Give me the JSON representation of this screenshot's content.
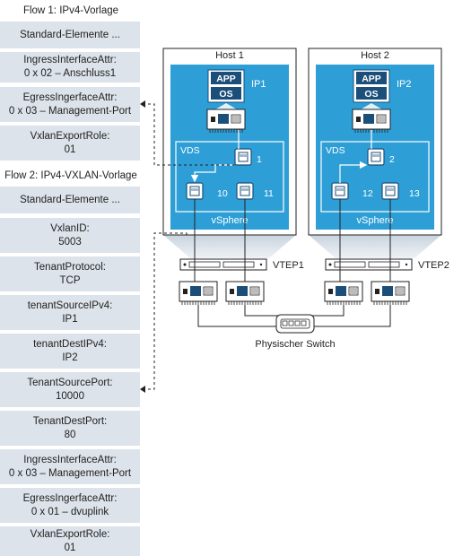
{
  "flow1": {
    "title": "Flow 1: IPv4-Vorlage",
    "fields": [
      [
        "Standard-Elemente ..."
      ],
      [
        "IngressInterfaceAttr:",
        "0 x 02 – Anschluss1"
      ],
      [
        "EgressIngerfaceAttr:",
        "0 x 03 – Management-Port"
      ],
      [
        "VxlanExportRole:",
        "01"
      ]
    ]
  },
  "flow2": {
    "title": "Flow 2: IPv4-VXLAN-Vorlage",
    "fields": [
      [
        "Standard-Elemente ..."
      ],
      [
        "VxlanID:",
        "5003"
      ],
      [
        "TenantProtocol:",
        "TCP"
      ],
      [
        "tenantSourceIPv4:",
        "IP1"
      ],
      [
        "tenantDestIPv4:",
        "IP2"
      ],
      [
        "TenantSourcePort:",
        "10000"
      ],
      [
        "TenantDestPort:",
        "80"
      ],
      [
        "IngressInterfaceAttr:",
        "0 x 03 – Management-Port"
      ],
      [
        "EgressIngerfaceAttr:",
        "0 x 01 – dvuplink"
      ],
      [
        "VxlanExportRole:",
        "01"
      ]
    ]
  },
  "hosts": [
    {
      "title": "Host 1",
      "app": "APP",
      "os": "OS",
      "ip": "IP1",
      "vds": "VDS",
      "vm_port": "1",
      "ports": [
        "10",
        "11"
      ],
      "vsphere": "vSphere",
      "vtep": "VTEP1"
    },
    {
      "title": "Host 2",
      "app": "APP",
      "os": "OS",
      "ip": "IP2",
      "vds": "VDS",
      "vm_port": "2",
      "ports": [
        "12",
        "13"
      ],
      "vsphere": "vSphere",
      "vtep": "VTEP2"
    }
  ],
  "switch_label": "Physischer Switch",
  "colors": {
    "field_bg": "#dde3ea",
    "host_blue": "#2e9fd6",
    "navy": "#1b4e79",
    "line": "#222222"
  }
}
